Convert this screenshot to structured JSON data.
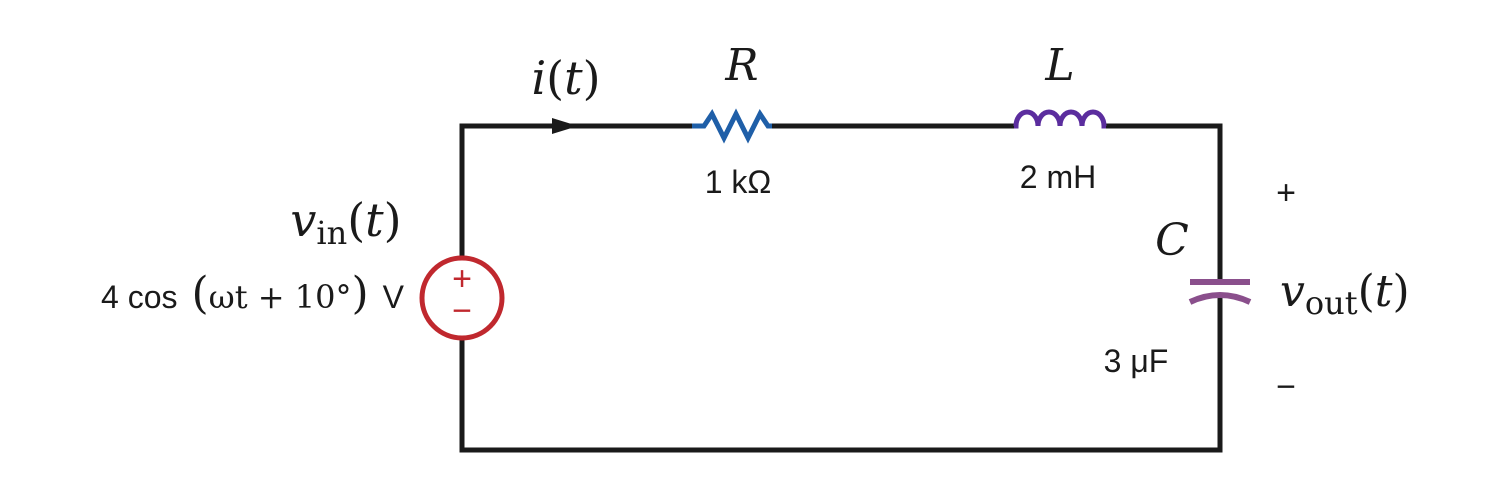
{
  "components": {
    "current": {
      "symbol": "i",
      "arg": "t"
    },
    "resistor": {
      "symbol": "R",
      "value": "1 kΩ",
      "color": "#1f5fa8"
    },
    "inductor": {
      "symbol": "L",
      "value": "2 mH",
      "color": "#5b2d9e"
    },
    "capacitor": {
      "symbol": "C",
      "value": "3 μF",
      "color": "#8a4f8c"
    },
    "source": {
      "symbol": "v",
      "subscript": "in",
      "arg": "t",
      "expression_prefix": "4 cos",
      "expression_arg": "ωt + 10°",
      "unit": "V",
      "plus_sign": "+",
      "minus_sign": "−",
      "color": "#c0282e"
    },
    "output": {
      "symbol": "v",
      "subscript": "out",
      "arg": "t",
      "plus_sign": "+",
      "minus_sign": "−"
    }
  }
}
